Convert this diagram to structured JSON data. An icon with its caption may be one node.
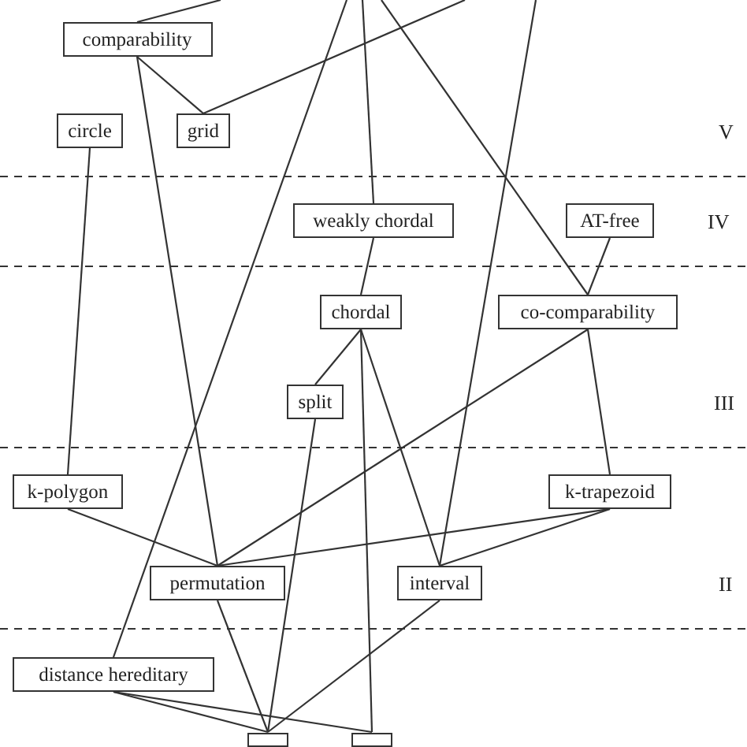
{
  "diagram": {
    "nodes": [
      {
        "text": [
          "comparability"
        ]
      },
      {
        "text": [
          "circle"
        ]
      },
      {
        "text": [
          "grid"
        ]
      },
      {
        "text": [
          "weakly chordal"
        ]
      },
      {
        "text": [
          "AT-free"
        ]
      },
      {
        "text": [
          "chordal"
        ]
      },
      {
        "text": [
          "co-comparability"
        ]
      },
      {
        "text": [
          "split"
        ]
      },
      {
        "text": [
          "k-polygon"
        ]
      },
      {
        "text": [
          "k-trapezoid"
        ]
      },
      {
        "text": [
          "permutation"
        ]
      },
      {
        "text": [
          "interval"
        ]
      },
      {
        "text": [
          "distance hereditary"
        ]
      },
      {
        "text": [],
        "shape": "box"
      },
      {
        "text": [],
        "shape": "box"
      }
    ],
    "edges": [
      {
        "from": null,
        "to": 0,
        "arrow": "none"
      },
      {
        "from": null,
        "to": 2,
        "arrow": "none"
      },
      {
        "from": null,
        "to": 12,
        "arrow": "none"
      },
      {
        "from": null,
        "to": 3,
        "arrow": "none"
      },
      {
        "from": null,
        "to": 6,
        "arrow": "none"
      },
      {
        "from": null,
        "to": 11,
        "arrow": "none"
      },
      {
        "from": 0,
        "to": 2,
        "arrow": "none"
      },
      {
        "from": 0,
        "to": 10,
        "arrow": "none"
      },
      {
        "from": 1,
        "to": 8,
        "arrow": "none"
      },
      {
        "from": 3,
        "to": 5,
        "arrow": "none"
      },
      {
        "from": 4,
        "to": 6,
        "arrow": "none"
      },
      {
        "from": 5,
        "to": 7,
        "arrow": "none"
      },
      {
        "from": 5,
        "to": 11,
        "arrow": "none"
      },
      {
        "from": 5,
        "to": 14,
        "arrow": "none"
      },
      {
        "from": 6,
        "to": 10,
        "arrow": "none"
      },
      {
        "from": 6,
        "to": 9,
        "arrow": "none"
      },
      {
        "from": 7,
        "to": 13,
        "arrow": "none"
      },
      {
        "from": 8,
        "to": 10,
        "arrow": "none"
      },
      {
        "from": 9,
        "to": 10,
        "arrow": "none"
      },
      {
        "from": 9,
        "to": 11,
        "arrow": "none"
      },
      {
        "from": 10,
        "to": 13,
        "arrow": "none"
      },
      {
        "from": 11,
        "to": 13,
        "arrow": "none"
      },
      {
        "from": 12,
        "to": 13,
        "arrow": "none"
      },
      {
        "from": 12,
        "to": 14,
        "arrow": "none"
      }
    ],
    "labels": [
      "V",
      "IV",
      "III",
      "II"
    ]
  }
}
